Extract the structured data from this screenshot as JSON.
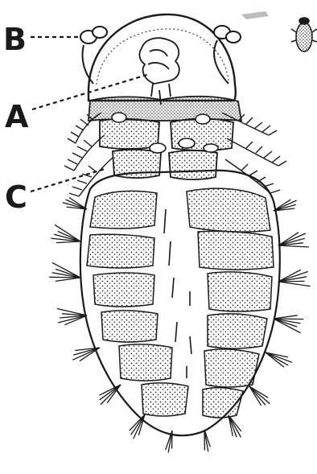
{
  "figure": {
    "labels": {
      "a": "A",
      "b": "B",
      "c": "C"
    },
    "colors": {
      "ink": "#1a1a1a",
      "paper": "#ffffff",
      "stipple": "#2b2b2b"
    }
  }
}
